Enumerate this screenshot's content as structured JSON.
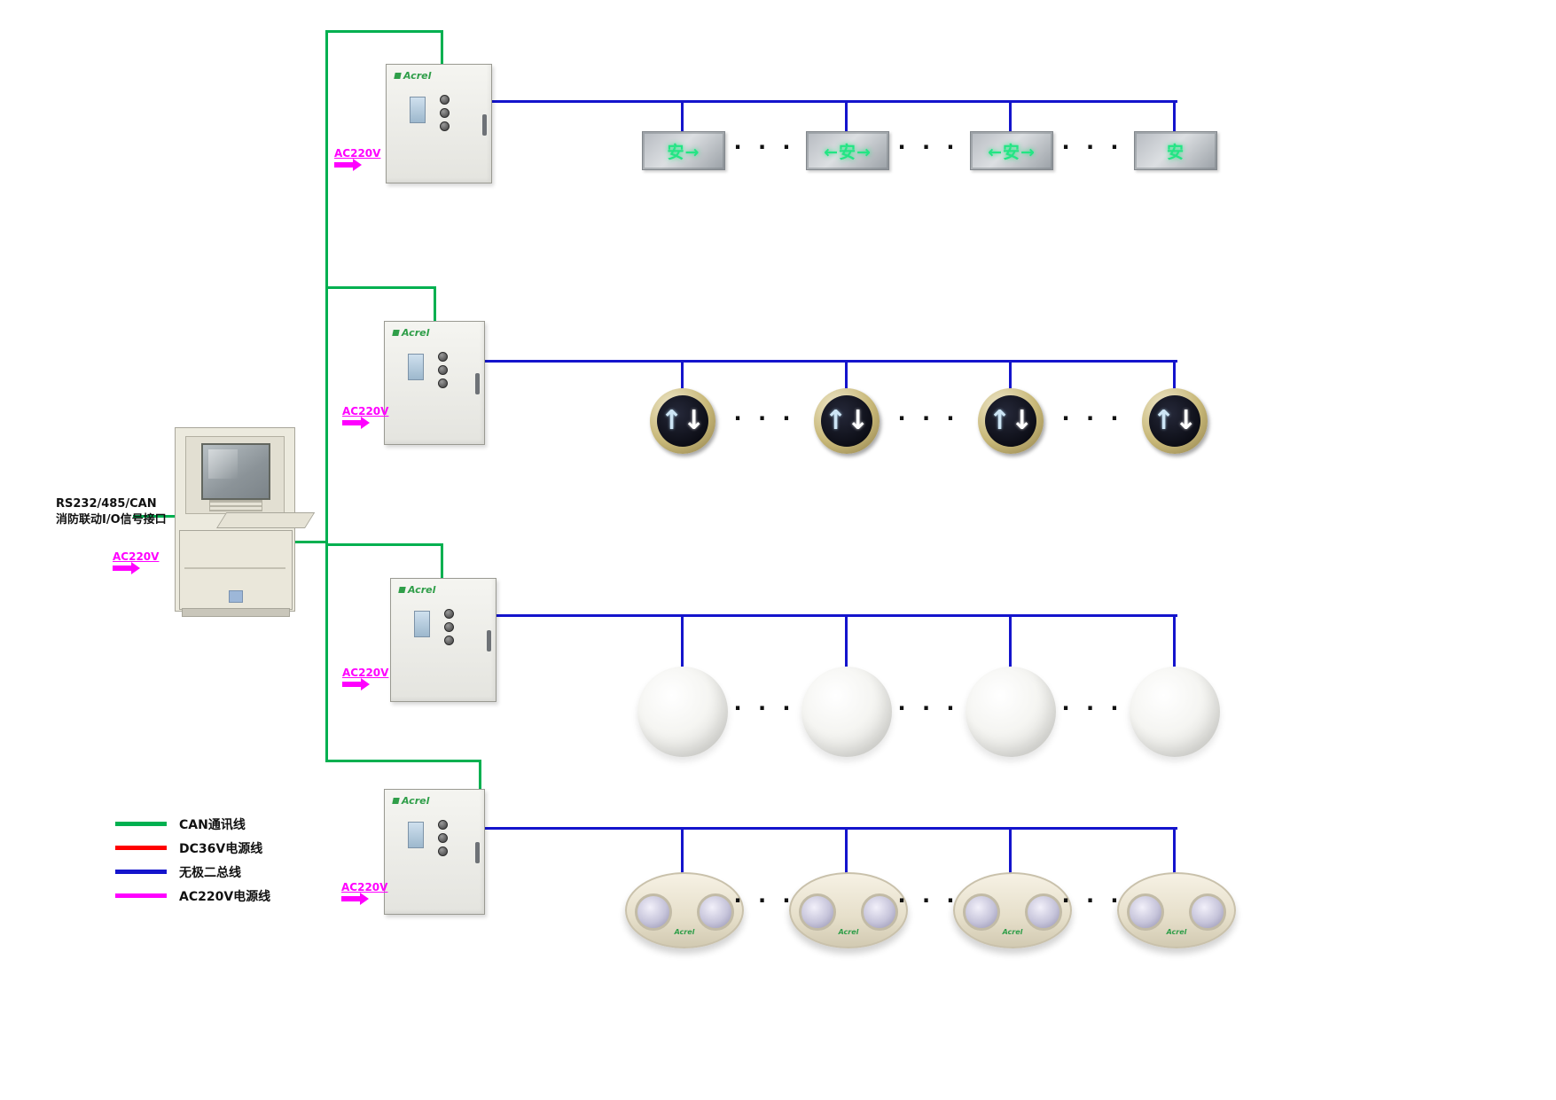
{
  "console": {
    "label_line1": "RS232/485/CAN",
    "label_line2": "消防联动I/O信号接口",
    "power_label": "AC220V"
  },
  "cabinets": [
    {
      "brand": "Acrel",
      "power_label": "AC220V"
    },
    {
      "brand": "Acrel",
      "power_label": "AC220V"
    },
    {
      "brand": "Acrel",
      "power_label": "AC220V"
    },
    {
      "brand": "Acrel",
      "power_label": "AC220V"
    }
  ],
  "rows": [
    {
      "name": "exit-signs",
      "separator": "· · ·",
      "devices": [
        "安→",
        "←安→",
        "←安→",
        "安"
      ]
    },
    {
      "name": "direction-indicators",
      "separator": "· · ·",
      "up": "↑",
      "down": "↓"
    },
    {
      "name": "dome-lights",
      "separator": "· · ·"
    },
    {
      "name": "ceiling-lights",
      "separator": "· · ·",
      "brand": "Acrel"
    }
  ],
  "legend": {
    "items": [
      {
        "label": "CAN通讯线",
        "color": "#00b050"
      },
      {
        "label": "DC36V电源线",
        "color": "#ff0000"
      },
      {
        "label": "无极二总线",
        "color": "#1414cc"
      },
      {
        "label": "AC220V电源线",
        "color": "#ff00ff"
      }
    ]
  },
  "colors": {
    "can_line": "#00b050",
    "dc36v_line": "#ff0000",
    "bus_line": "#1414cc",
    "ac220v_line": "#ff00ff"
  }
}
